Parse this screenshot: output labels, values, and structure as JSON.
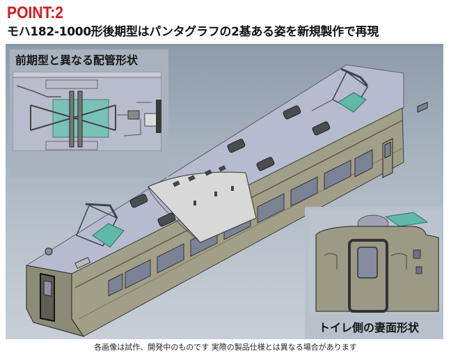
{
  "header": {
    "point_label": "POINT:2",
    "headline": "モハ182-1000形後期型はパンタグラフの2基ある姿を新規製作で再現"
  },
  "insets": {
    "left_caption": "前期型と異なる配管形状",
    "right_caption": "トイレ側の妻面形状"
  },
  "illustration": {
    "subject": "モハ182-1000形 後期型 車体3DCG (パンタグラフ2基)",
    "pantograph_count": 2,
    "colors": {
      "background": "#a3aebb",
      "roof": "#b3b8cc",
      "body": "#9e9e86",
      "pantograph_frame": "#4a4f5a",
      "pantograph_base": "#5fb8a8",
      "vent": "#4a4c50",
      "window": "#7c8295"
    }
  },
  "footer": {
    "note": "各画像は試作、開発中のものです  実際の製品仕様とは異なる場合があります"
  },
  "accent_color": "#d7191f"
}
